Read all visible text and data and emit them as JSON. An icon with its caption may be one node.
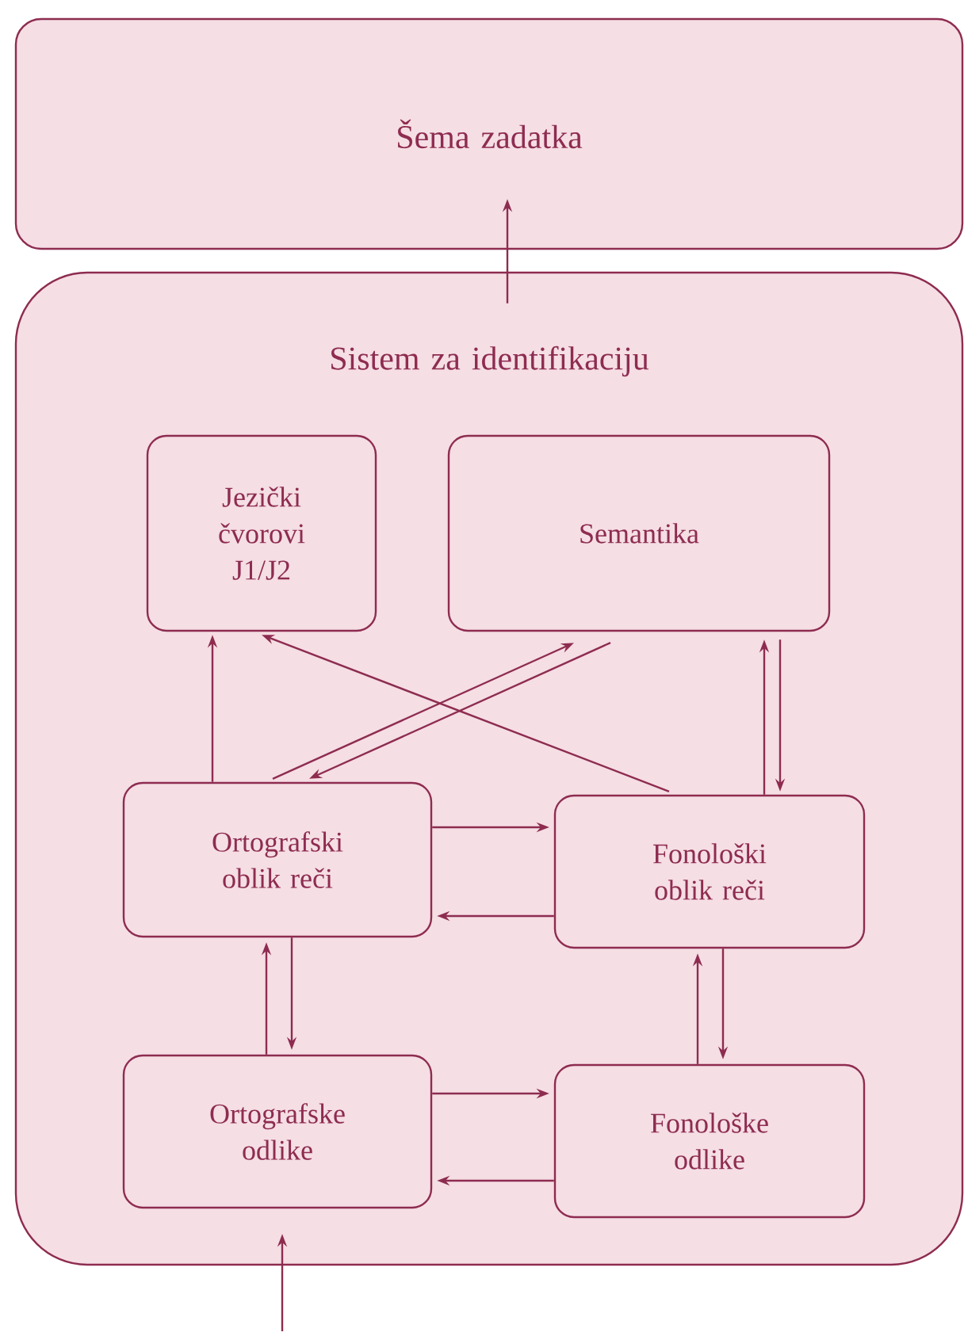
{
  "diagram": {
    "nodes": [
      {
        "text": [
          "Šema zadatka"
        ]
      },
      {
        "text": [
          "Sistem za identifikaciju"
        ]
      },
      {
        "text": [
          "Jezički čvorovi J1/J2"
        ],
        "in": 1
      },
      {
        "text": [
          "Semantika"
        ],
        "in": 1
      },
      {
        "text": [
          "Ortografski oblik reči"
        ],
        "in": 1
      },
      {
        "text": [
          "Fonološki oblik reči"
        ],
        "in": 1
      },
      {
        "text": [
          "Ortografske odlike"
        ],
        "in": 1
      },
      {
        "text": [
          "Fonološke odlike"
        ],
        "in": 1
      }
    ],
    "edges": [
      {
        "from": 4,
        "to": 2,
        "arrow": "to"
      },
      {
        "from": 5,
        "to": 2,
        "arrow": "to"
      },
      {
        "from": 4,
        "to": 3,
        "arrow": "to"
      },
      {
        "from": 3,
        "to": 4,
        "arrow": "to"
      },
      {
        "from": 5,
        "to": 3,
        "arrow": "to"
      },
      {
        "from": 3,
        "to": 5,
        "arrow": "to"
      },
      {
        "from": 4,
        "to": 5,
        "arrow": "to"
      },
      {
        "from": 5,
        "to": 4,
        "arrow": "to"
      },
      {
        "from": 6,
        "to": 4,
        "arrow": "to"
      },
      {
        "from": 4,
        "to": 6,
        "arrow": "to"
      },
      {
        "from": 6,
        "to": 7,
        "arrow": "to"
      },
      {
        "from": 7,
        "to": 6,
        "arrow": "to"
      },
      {
        "from": 7,
        "to": 5,
        "arrow": "to"
      },
      {
        "from": 5,
        "to": 7,
        "arrow": "to"
      },
      {
        "from": 1,
        "to": 0,
        "arrow": "to"
      },
      {
        "from": null,
        "to": 1,
        "arrow": "to"
      }
    ]
  }
}
